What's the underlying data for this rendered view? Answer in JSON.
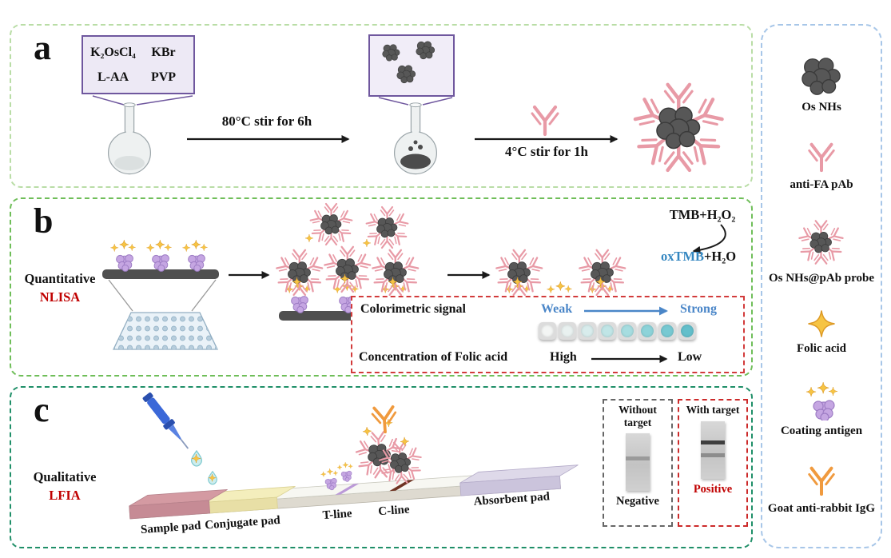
{
  "panel_a": {
    "label": "a",
    "reagents": [
      "K₂OsCl₄",
      "KBr",
      "L-AA",
      "PVP"
    ],
    "step1_label": "80°C stir for 6h",
    "step2_label": "4°C stir for 1h"
  },
  "panel_b": {
    "label": "b",
    "method_name": "Quantitative",
    "method_abbr": "NLISA",
    "substrate_label": "TMB+H₂O₂",
    "product_highlight": "oxTMB",
    "product_suffix": "+H₂O",
    "signal_row": {
      "label": "Colorimetric signal",
      "left": "Weak",
      "right": "Strong"
    },
    "concentration_row": {
      "label": "Concentration of Folic acid",
      "left": "High",
      "right": "Low"
    },
    "well_colors": [
      "#f3f5f4",
      "#e9f1f0",
      "#d8ecec",
      "#c0e5e6",
      "#a6dde0",
      "#8dd3d9",
      "#77c9d2",
      "#63bfcb"
    ]
  },
  "panel_c": {
    "label": "c",
    "method_name": "Qualitative",
    "method_abbr": "LFIA",
    "strip_labels": [
      "Sample pad",
      "Conjugate pad",
      "T-line",
      "C-line",
      "Absorbent pad"
    ],
    "results": [
      {
        "title": "Without target",
        "verdict": "Negative",
        "verdict_color": "#111111"
      },
      {
        "title": "With target",
        "verdict": "Positive",
        "verdict_color": "#c00000"
      }
    ]
  },
  "legend": {
    "items": [
      {
        "label": "Os NHs",
        "icon": "os-nanocluster-icon"
      },
      {
        "label": "anti-FA pAb",
        "icon": "pink-antibody-icon"
      },
      {
        "label": "Os NHs@pAb probe",
        "icon": "probe-cluster-antibody-icon"
      },
      {
        "label": "Folic acid",
        "icon": "yellow-star-icon"
      },
      {
        "label": "Coating antigen",
        "icon": "purple-antigen-star-icon"
      },
      {
        "label": "Goat anti-rabbit IgG",
        "icon": "orange-antibody-icon"
      }
    ]
  },
  "colors": {
    "panel_a_border": "#b9dda6",
    "panel_b_border": "#6fbe59",
    "panel_c_border": "#1f8f68",
    "legend_border": "#a7c6e8",
    "accent_red": "#c00000",
    "signal_blue": "#4a86c8",
    "oxtmb_blue": "#3386c0",
    "nanoparticle_gray": "#575757",
    "antibody_pink": "#e89aa6",
    "antibody_orange": "#f09a3e",
    "folic_acid_yellow": "#f6c444",
    "antigen_purple": "#c5a6e2"
  }
}
